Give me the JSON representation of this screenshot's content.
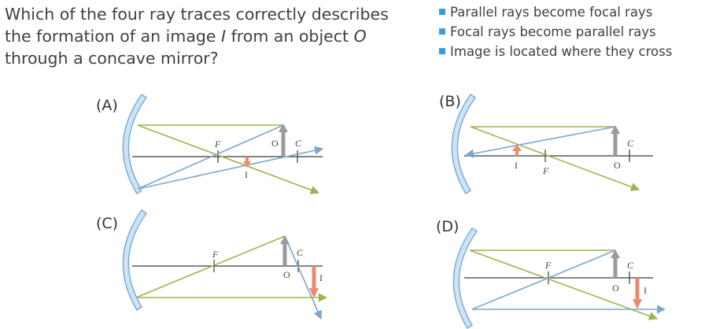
{
  "question": {
    "parts": [
      "Which of the four ray traces correctly describes",
      "the formation of an image ",
      "I",
      " from an object ",
      "O",
      "through a concave mirror?"
    ]
  },
  "rules": [
    "Parallel rays become focal rays",
    "Focal rays become parallel rays",
    "Image is located where they cross"
  ],
  "colors": {
    "mirror_fill": "#cfe3f5",
    "mirror_stroke": "#7aaedb",
    "axis": "#3a3a3a",
    "ray_green": "#9db44a",
    "ray_blue": "#7ba7cf",
    "object_arrow": "#9a9a9a",
    "image_arrow": "#ea8b6c",
    "bullet": "#3e9dd6"
  },
  "panels": [
    {
      "label": "(A)",
      "F": "F",
      "C": "C",
      "O": "O",
      "I": "I"
    },
    {
      "label": "(B)",
      "F": "F",
      "C": "C",
      "O": "O",
      "I": "I"
    },
    {
      "label": "(C)",
      "F": "F",
      "C": "C",
      "O": "O",
      "I": "I"
    },
    {
      "label": "(D)",
      "F": "F",
      "C": "C",
      "O": "O",
      "I": "I"
    }
  ]
}
